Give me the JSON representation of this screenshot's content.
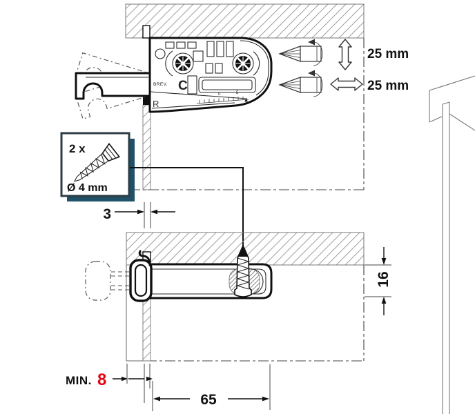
{
  "drawing": {
    "bracket_markings": {
      "patent_label": "BREV.",
      "logo_letter": "C",
      "side_letter": "R",
      "scale_tick_zero": "0",
      "scale_tick_five": "5"
    },
    "adjustment_labels": {
      "vertical": "25 mm",
      "horizontal": "25 mm"
    },
    "screw_box": {
      "quantity": "2 x",
      "diameter": "Ø 4 mm"
    },
    "dimensions": {
      "reveal_gap_mm": "3",
      "bracket_height_mm": "16",
      "min_label": "MIN.",
      "min_value_mm": "8",
      "screw_distance_mm": "65"
    }
  },
  "colors": {
    "accent_red": "#e30613",
    "shadow_blue": "#1f5168"
  }
}
